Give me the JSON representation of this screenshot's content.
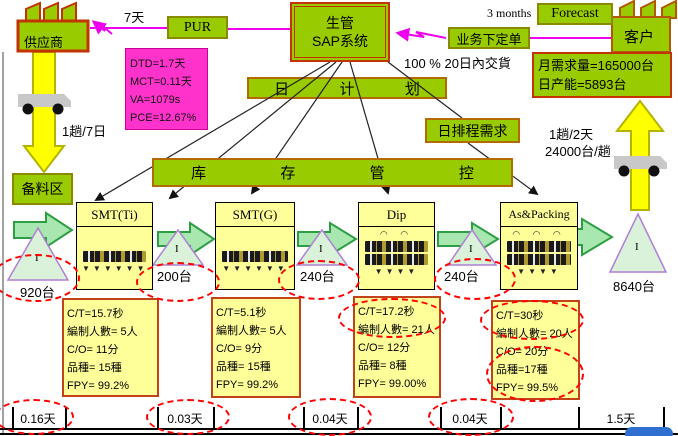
{
  "supplier": {
    "label": "供应商",
    "transit_label": "7天",
    "trip": "1趟/7日"
  },
  "purchasing": {
    "label": "PUR"
  },
  "metrics": {
    "l1": "DTD=1.7天",
    "l2": "MCT=0.11天",
    "l3": "VA=1079s",
    "l4": "PCE=12.67%"
  },
  "sap": {
    "l1": "生管",
    "l2": "SAP系统"
  },
  "order": {
    "label": "业务下定单",
    "note": "100 % 20日內交貨"
  },
  "forecast": {
    "period": "3 months",
    "label": "Forecast"
  },
  "customer": {
    "label": "客户",
    "demand_l1": "月需求量=165000台",
    "demand_l2": "日产能=5893台",
    "trip_l1": "1趟/2天",
    "trip_l2": "24000台/趟"
  },
  "plan": {
    "daily_c1": "日",
    "daily_c2": "计",
    "daily_c3": "划",
    "schedule": "日排程需求",
    "inv_c1": "库",
    "inv_c2": "存",
    "inv_c3": "管",
    "inv_c4": "控"
  },
  "prep_area": {
    "label": "备料区"
  },
  "inventory": {
    "symbol": "I",
    "incoming": "920台",
    "after_smt_ti": "200台",
    "after_smt_g": "240台",
    "after_dip": "240台",
    "finished": "8640台"
  },
  "processes": [
    {
      "name": "SMT(Ti)",
      "stats": [
        "C/T=15.7秒",
        "編制人數= 5人",
        "C/O= 11分",
        "品種= 15種",
        "FPY= 99.2%"
      ]
    },
    {
      "name": "SMT(G)",
      "stats": [
        "C/T=5.1秒",
        "編制人數= 5人",
        "C/O= 9分",
        "品種= 15種",
        "FPY= 99.2%"
      ]
    },
    {
      "name": "Dip",
      "stats": [
        "C/T=17.2秒",
        "編制人數= 21人",
        "C/O= 12分",
        "品種= 8種",
        "FPY= 99.00%"
      ]
    },
    {
      "name": "As&Packing",
      "stats": [
        "C/T=30秒",
        "編制人數= 20人",
        "C/O= 20分",
        "品種=17種",
        "FPY= 99.5%"
      ]
    }
  ],
  "timeline": {
    "t1": "0.16天",
    "t2": "0.03天",
    "t3": "0.04天",
    "t4": "0.04天",
    "t5": "1.5天"
  },
  "colors": {
    "green_box": "#99cc00",
    "yellow_box": "#ffff99",
    "pink_box": "#ff33cc",
    "magenta_flow": "#ff00ff",
    "red_annotation": "#ff0000",
    "material_arrow": "#a8e8b0",
    "transport_arrow": "#ffff00",
    "inventory_triangle": "#d9f2d9"
  }
}
